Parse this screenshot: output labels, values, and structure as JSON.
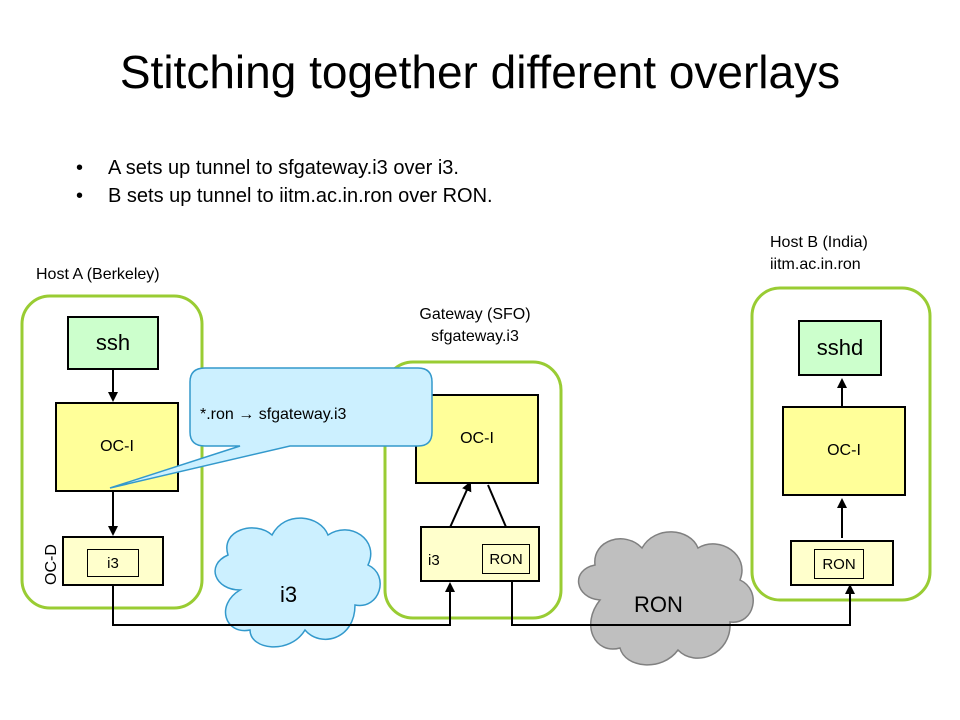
{
  "title": "Stitching together different overlays",
  "bullets": [
    "A sets up tunnel to sfgateway.i3 over i3.",
    "B sets up tunnel to iitm.ac.in.ron over RON."
  ],
  "host_a": {
    "label": "Host A (Berkeley)",
    "app": "ssh",
    "oci": "OC-I",
    "ocd_label": "OC-D",
    "overlay": "i3"
  },
  "gateway": {
    "label_line1": "Gateway (SFO)",
    "label_line2": "sfgateway.i3",
    "oci": "OC-I",
    "overlay_left": "i3",
    "overlay_right": "RON"
  },
  "host_b": {
    "label_line1": "Host B (India)",
    "label_line2": "iitm.ac.in.ron",
    "app": "sshd",
    "oci": "OC-I",
    "overlay": "RON"
  },
  "callout": "*.ron → sfgateway.i3",
  "clouds": {
    "i3": "i3",
    "ron": "RON"
  },
  "colors": {
    "group_border": "#99cc33",
    "app_fill": "#ccffcc",
    "oci_fill": "#ffff99",
    "overlay_fill": "#ffffcc",
    "i3_cloud": "#ccf0ff",
    "ron_cloud": "#bfbfbf",
    "callout_fill": "#ccf0ff"
  }
}
